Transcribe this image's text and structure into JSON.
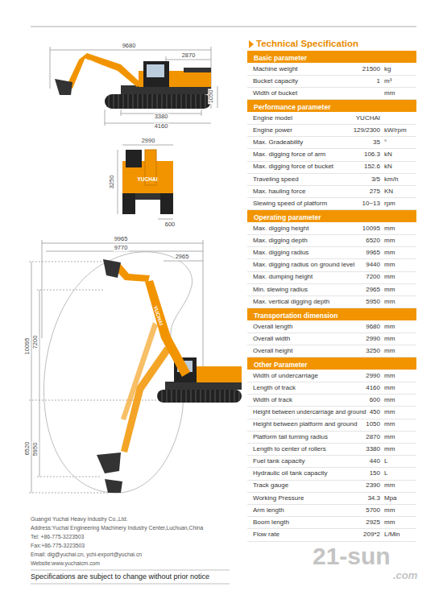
{
  "diagram": {
    "title": "Technical Specification",
    "nodes": [
      {
        "text": [
          "Basic parameter"
        ]
      },
      {
        "text": [
          "Performance parameter"
        ]
      },
      {
        "text": [
          "Operating parameter"
        ]
      },
      {
        "text": [
          "Transportation dimension"
        ]
      },
      {
        "text": [
          "Other Parameter"
        ]
      }
    ],
    "labels": [
      "9680",
      "2870",
      "1050",
      "3380",
      "4160",
      "2990",
      "3250",
      "600",
      "9965",
      "9770",
      "2965",
      "10095",
      "7200",
      "6520",
      "5950",
      "YUCHAI",
      "YUCHAI",
      "YUCHAI",
      "Machine weight",
      "21500",
      "kg",
      "Bucket capacity",
      "1",
      "m³",
      "Width of bucket",
      "mm",
      "Engine model",
      "YUCHAI",
      "Engine power",
      "129/2300",
      "kW/rpm",
      "Max. Gradeability",
      "35",
      "°",
      "Max. digging force of arm",
      "106.3",
      "kN",
      "Max. digging force of bucket",
      "152.6",
      "kN",
      "Traveling speed",
      "3/5",
      "km/h",
      "Max. hauling  force",
      "275",
      "KN",
      "Slewing speed of platform",
      "10~13",
      "rpm",
      "Max. digging height",
      "10095",
      "mm",
      "Max. digging depth",
      "6520",
      "mm",
      "Max. digging radius",
      "9965",
      "mm",
      "Max. digging radius on ground level",
      "9440",
      "mm",
      "Max. dumping height",
      "7200",
      "mm",
      "Min. slewing radius",
      "2965",
      "mm",
      "Max. vertical digging depth",
      "5950",
      "mm",
      "Overall length",
      "9680",
      "mm",
      "Overall width",
      "2990",
      "mm",
      "Overall height",
      "3250",
      "mm",
      "Width of undercarriage",
      "2990",
      "mm",
      "Length of track",
      "4160",
      "mm",
      "Width of track",
      "600",
      "mm",
      "Height between undercarriage and ground",
      "450",
      "mm",
      "Height between platform and ground",
      "1050",
      "mm",
      "Platform tail turning radius",
      "2870",
      "mm",
      "Length to center of rollers",
      "3380",
      "mm",
      "Fuel tank capacity",
      "440",
      "L",
      "Hydraulic oil tank capacity",
      "150",
      "L",
      "Track gauge",
      "2390",
      "mm",
      "Working Pressure",
      "34.3",
      "Mpa",
      "Arm length",
      "5700",
      "mm",
      "Boom length",
      "2925",
      "mm",
      "Flow rate",
      "209*2",
      "L/Min",
      "Guangxi Yuchai Heavy Industry Co.,Ltd.",
      "Address:Yuchai Engineering Machinery Industry Center,Luchuan,China",
      "Tel: +86-775-3223503",
      "Fax:+86-775-3223503",
      "Email: dig@yuchai.cn, ychi-export@yuchai.cn",
      "Website:www.yuchaicm.com",
      "Specifications are subject to change without prior notice",
      "21-sun",
      ".com"
    ]
  }
}
